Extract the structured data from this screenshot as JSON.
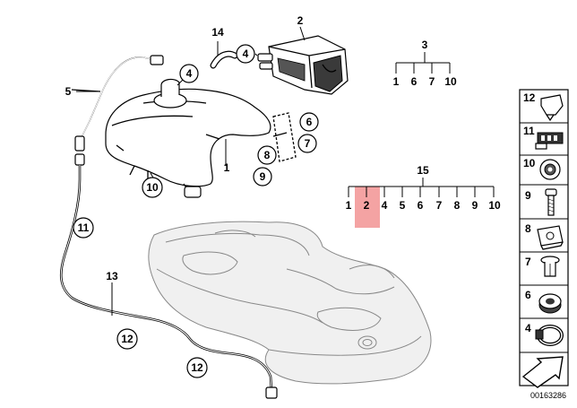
{
  "diagram": {
    "callouts": [
      {
        "id": "c1",
        "label": "1"
      },
      {
        "id": "c2",
        "label": "2"
      },
      {
        "id": "c3",
        "label": "3"
      },
      {
        "id": "c4a",
        "label": "4"
      },
      {
        "id": "c4b",
        "label": "4"
      },
      {
        "id": "c5",
        "label": "5"
      },
      {
        "id": "c6",
        "label": "6"
      },
      {
        "id": "c7",
        "label": "7"
      },
      {
        "id": "c8",
        "label": "8"
      },
      {
        "id": "c9",
        "label": "9"
      },
      {
        "id": "c10",
        "label": "10"
      },
      {
        "id": "c11",
        "label": "11"
      },
      {
        "id": "c12a",
        "label": "12"
      },
      {
        "id": "c12b",
        "label": "12"
      },
      {
        "id": "c13",
        "label": "13"
      },
      {
        "id": "c14",
        "label": "14"
      }
    ],
    "tree3": {
      "root": "3",
      "children": [
        "1",
        "6",
        "7",
        "10"
      ]
    },
    "tree15": {
      "root": "15",
      "children": [
        "1",
        "2",
        "4",
        "5",
        "6",
        "7",
        "8",
        "9",
        "10"
      ],
      "highlighted": "2",
      "highlight_color": "#f4a3a3"
    },
    "legend": [
      {
        "label": "12",
        "icon": "clip-icon"
      },
      {
        "label": "11",
        "icon": "connector-icon"
      },
      {
        "label": "10",
        "icon": "nut-icon"
      },
      {
        "label": "9",
        "icon": "bolt-icon"
      },
      {
        "label": "8",
        "icon": "clamp-nut-icon"
      },
      {
        "label": "7",
        "icon": "expanding-rivet-icon"
      },
      {
        "label": "6",
        "icon": "grommet-icon"
      },
      {
        "label": "4",
        "icon": "hose-clamp-icon"
      }
    ],
    "diagram_number": "00163286"
  }
}
